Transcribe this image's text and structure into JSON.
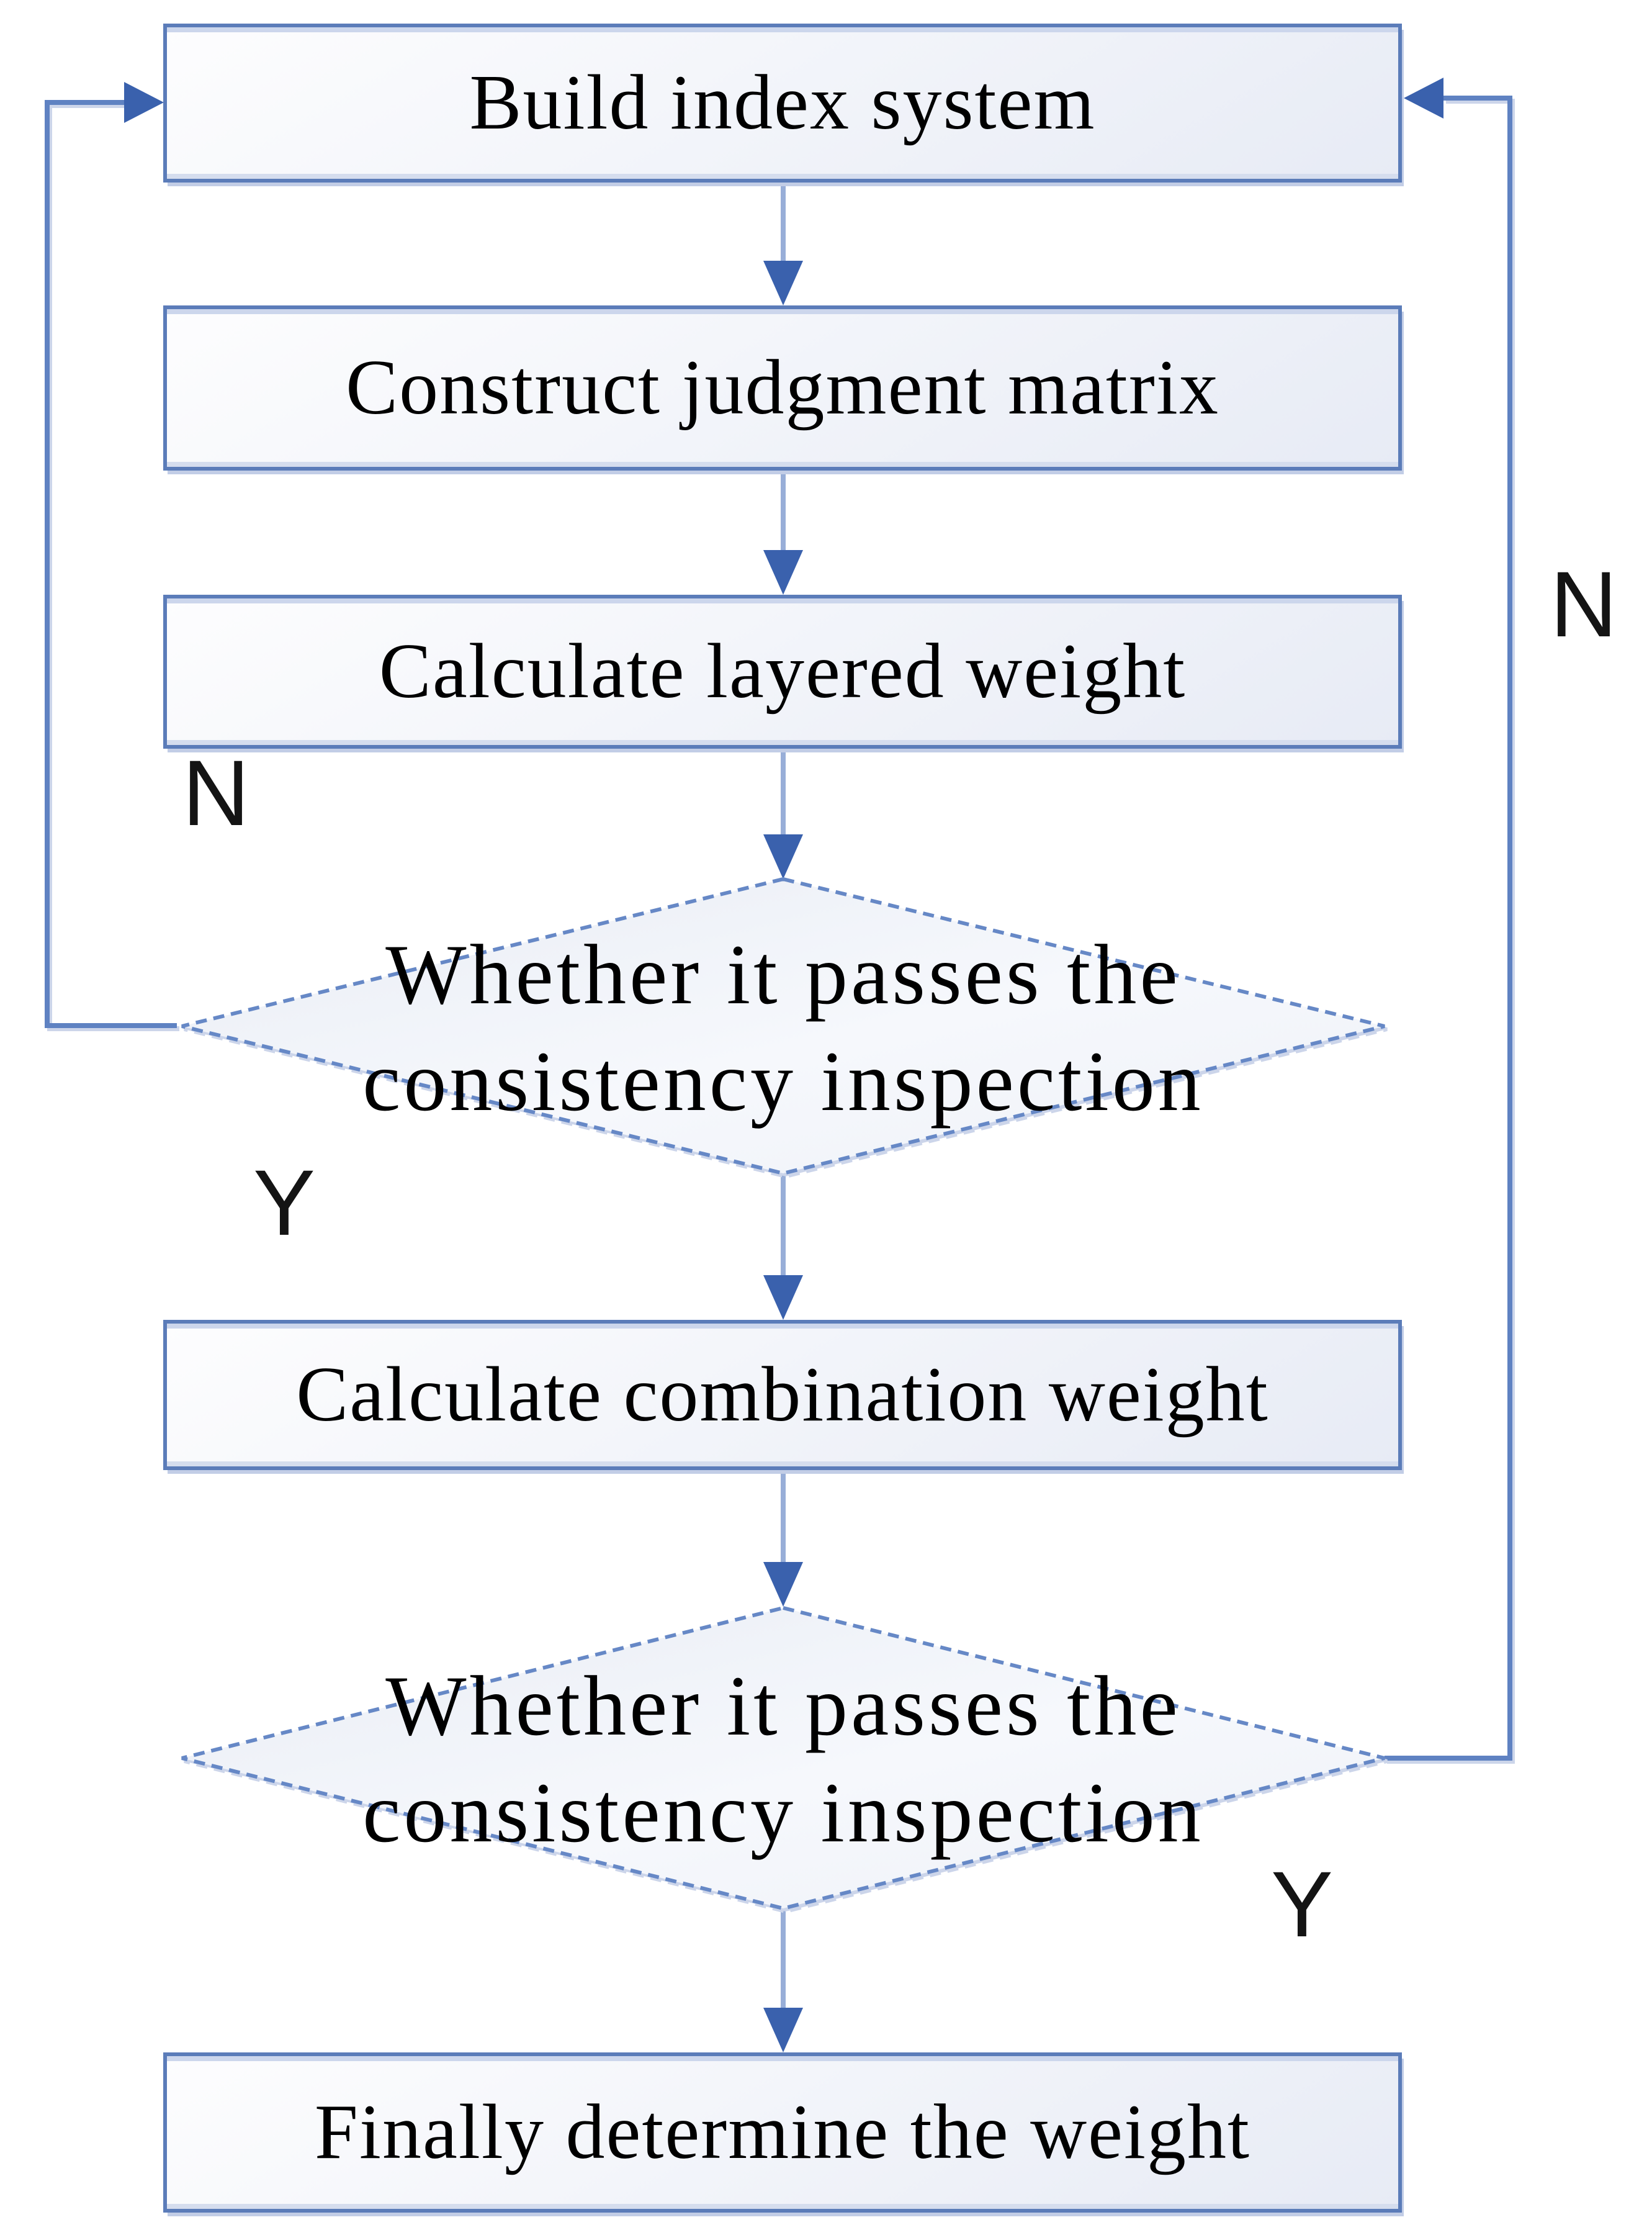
{
  "flowchart": {
    "nodes": [
      {
        "id": "build-index-system",
        "type": "process",
        "label": "Build index system"
      },
      {
        "id": "construct-judgment-matrix",
        "type": "process",
        "label": "Construct judgment matrix"
      },
      {
        "id": "calculate-layered-weight",
        "type": "process",
        "label": "Calculate layered weight"
      },
      {
        "id": "consistency-inspection-1",
        "type": "decision",
        "lines": [
          "Whether it passes the",
          "consistency inspection"
        ]
      },
      {
        "id": "calculate-combination-weight",
        "type": "process",
        "label": "Calculate combination weight"
      },
      {
        "id": "consistency-inspection-2",
        "type": "decision",
        "lines": [
          "Whether it passes the",
          "consistency inspection"
        ]
      },
      {
        "id": "finally-determine-weight",
        "type": "process",
        "label": "Finally determine the weight"
      }
    ],
    "edge_labels": {
      "first_decision_no": "N",
      "first_decision_yes": "Y",
      "second_decision_no": "N",
      "second_decision_yes": "Y"
    },
    "colors": {
      "box_border": "#5b7cb9",
      "box_fill": "#edf0f7",
      "connector": "#5f82c2",
      "arrow_shaft": "#98aed8",
      "arrowhead": "#3a61ad",
      "diamond_border": "#6688c6",
      "shadow": "#c2cde6",
      "text": "#000000"
    }
  }
}
